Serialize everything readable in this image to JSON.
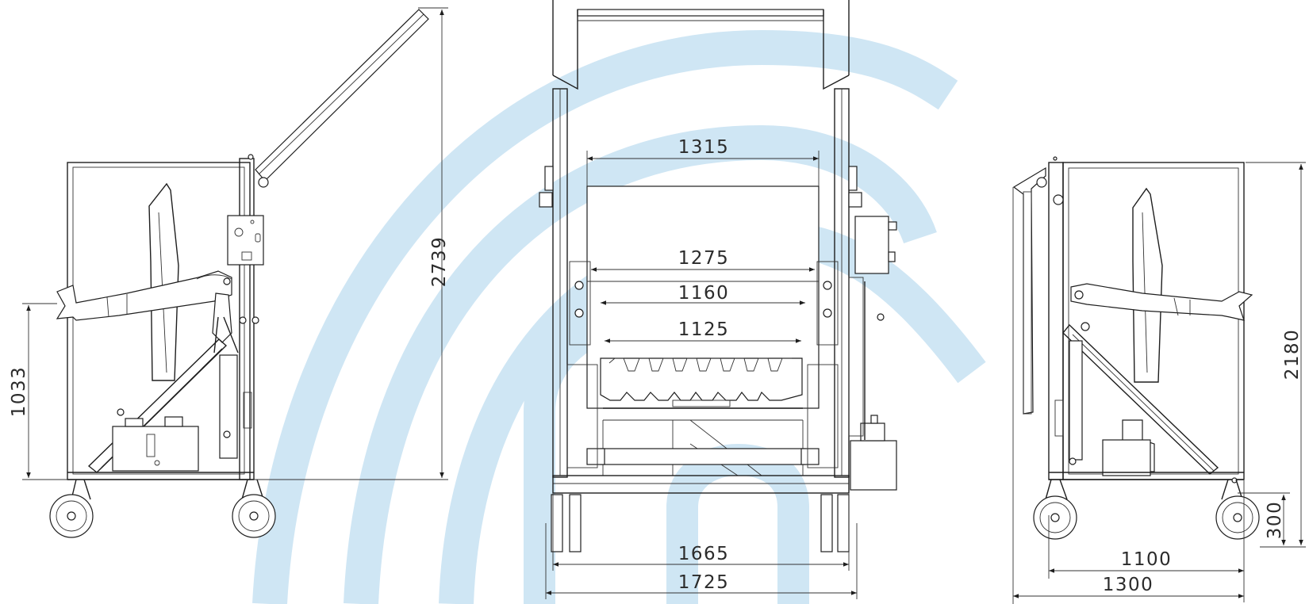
{
  "watermark": {
    "name": "logo-arcs",
    "color": "#cfe6f4"
  },
  "line_color": "#1e1e1e",
  "dimensions": {
    "side_total_height": "2739",
    "side_fork_height": "1033",
    "front_width_1315": "1315",
    "front_width_1275": "1275",
    "front_width_1160": "1160",
    "front_width_1125": "1125",
    "front_width_1665": "1665",
    "front_width_1725": "1725",
    "back_height_2180": "2180",
    "back_height_300": "300",
    "back_width_1100": "1100",
    "back_width_1300": "1300"
  }
}
